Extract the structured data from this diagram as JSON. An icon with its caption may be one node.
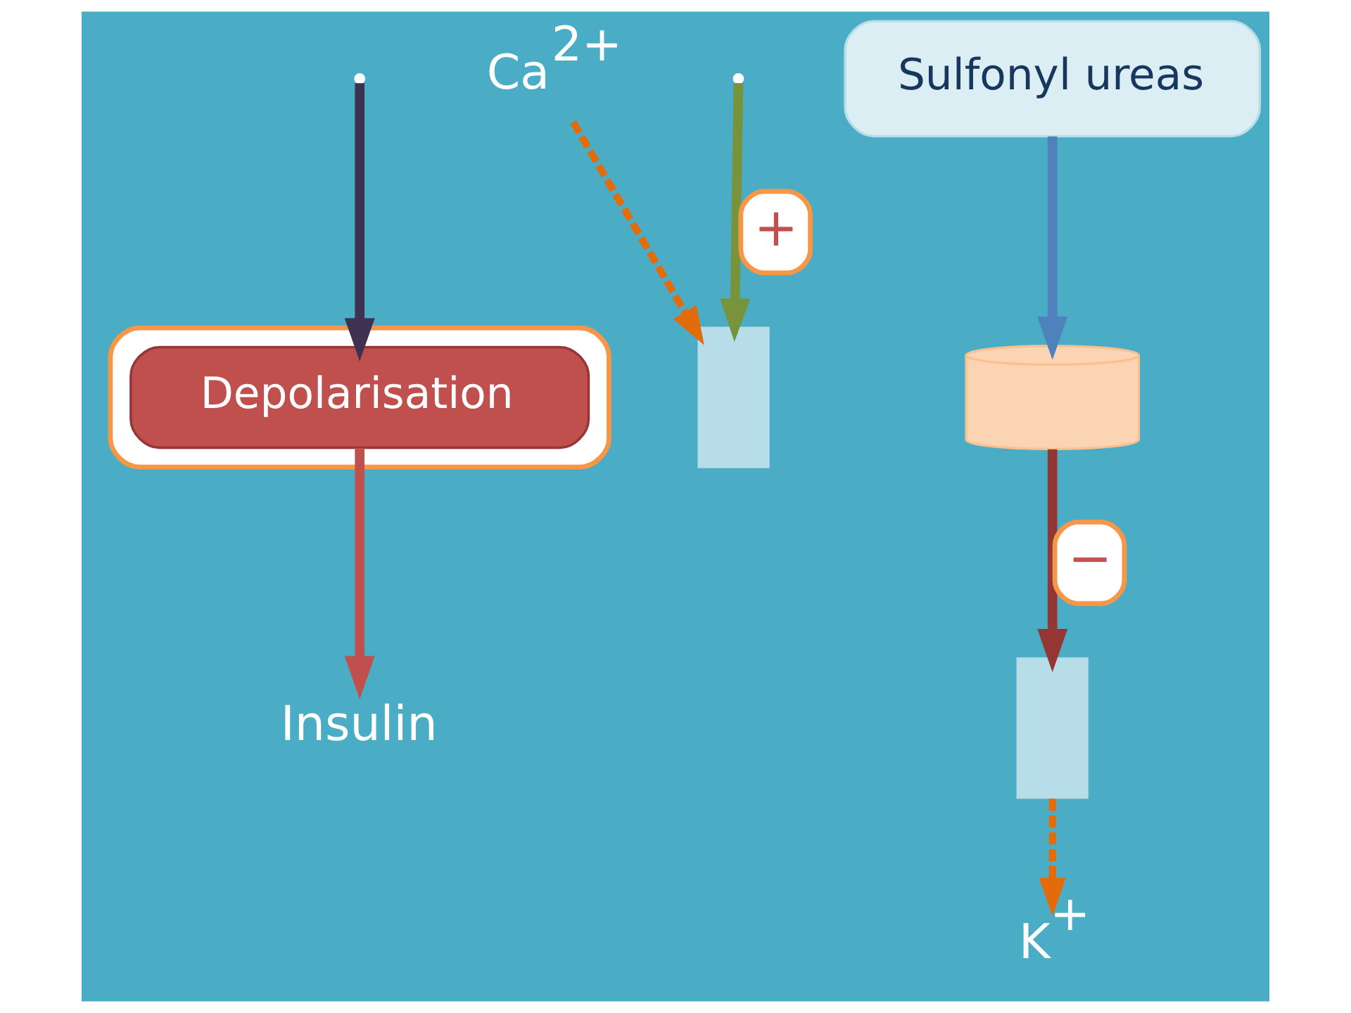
{
  "diagram": {
    "nodes": [
      {
        "text": [],
        "shape": "box"
      },
      {
        "text": [
          "Ca$^{2+}$"
        ]
      },
      {
        "text": [
          "K$^{+}$"
        ]
      },
      {
        "text": [
          "Sulfonyl ureas"
        ]
      },
      {
        "text": [],
        "shape": "box"
      },
      {
        "text": [],
        "shape": "box"
      },
      {
        "text": [],
        "shape": "cylinder"
      },
      {
        "text": [
          "Depolarisation"
        ],
        "in": 0
      },
      {
        "text": [
          "Insulin"
        ]
      }
    ],
    "edges": [
      {
        "from": 1,
        "to": 4,
        "arrow": "to",
        "style": "dashed",
        "color": "#e36c0a"
      },
      {
        "from": 5,
        "to": 2,
        "arrow": "to",
        "style": "dashed",
        "color": "#e36c0a"
      },
      {
        "from": 3,
        "to": 6,
        "arrow": "to",
        "color": "#4f81bd"
      },
      {
        "from": 6,
        "to": 5,
        "arrow": "to",
        "label": "−",
        "color": "#943634"
      },
      {
        "from": null,
        "to": 4,
        "arrow": "to",
        "label": "+",
        "color": "#77933c"
      },
      {
        "from": null,
        "to": 7,
        "arrow": "to",
        "color": "#3f3151"
      },
      {
        "from": 7,
        "to": 8,
        "arrow": "to",
        "color": "#c0504d"
      }
    ]
  }
}
